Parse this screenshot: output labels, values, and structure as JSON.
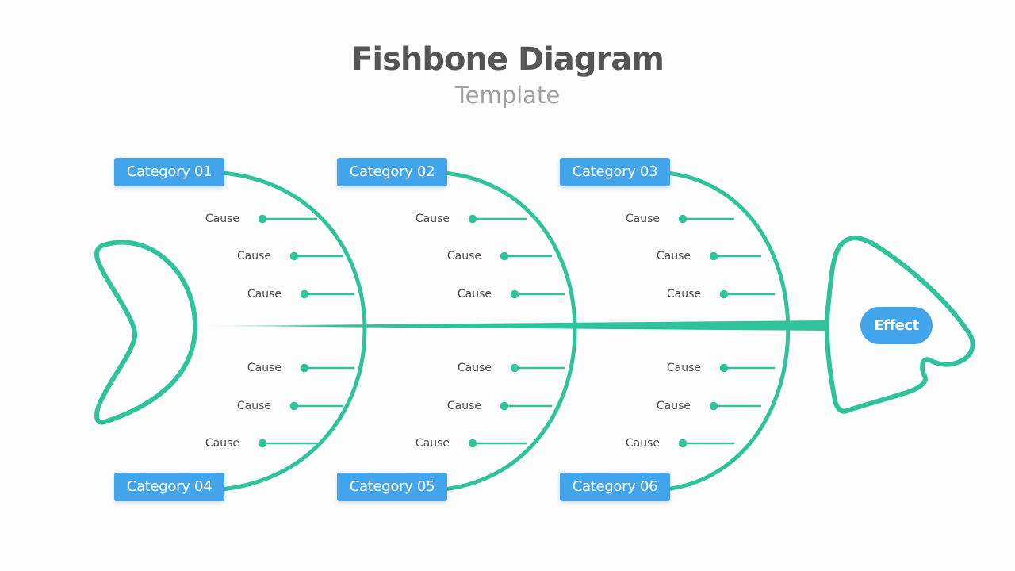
{
  "header": {
    "title": "Fishbone Diagram",
    "subtitle": "Template"
  },
  "categories": [
    {
      "label": "Category 01",
      "causes": [
        "Cause",
        "Cause",
        "Cause"
      ]
    },
    {
      "label": "Category 02",
      "causes": [
        "Cause",
        "Cause",
        "Cause"
      ]
    },
    {
      "label": "Category 03",
      "causes": [
        "Cause",
        "Cause",
        "Cause"
      ]
    },
    {
      "label": "Category 04",
      "causes": [
        "Cause",
        "Cause",
        "Cause"
      ]
    },
    {
      "label": "Category 05",
      "causes": [
        "Cause",
        "Cause",
        "Cause"
      ]
    },
    {
      "label": "Category 06",
      "causes": [
        "Cause",
        "Cause",
        "Cause"
      ]
    }
  ],
  "effect": {
    "label": "Effect"
  },
  "colors": {
    "line": "#2ec39a",
    "box": "#42a5ec",
    "title": "#555555",
    "subtitle": "#a0a0a0"
  }
}
